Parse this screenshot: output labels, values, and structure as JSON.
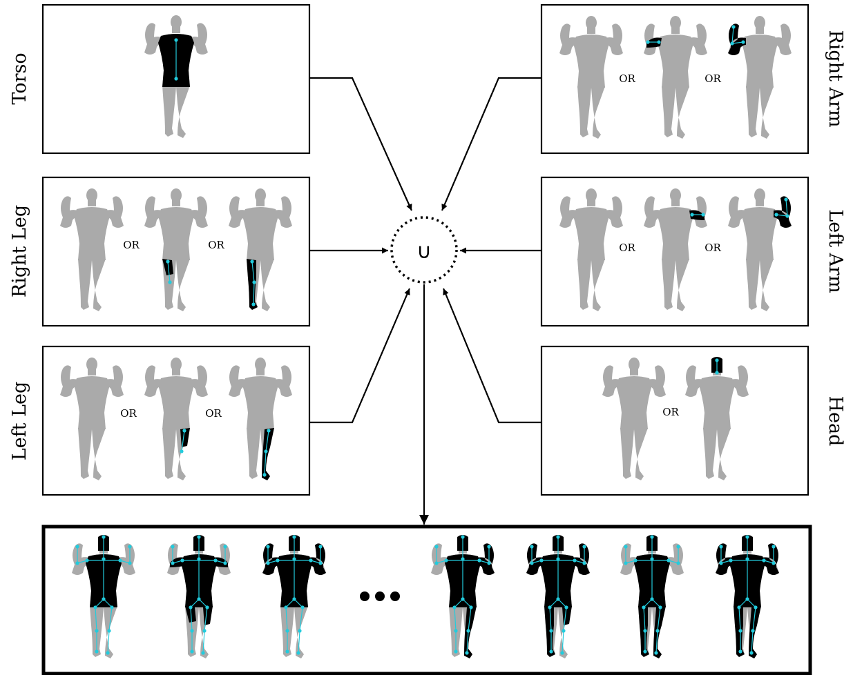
{
  "panels": {
    "torso": {
      "label": "Torso",
      "variants": 1
    },
    "right_leg": {
      "label": "Right Leg",
      "variants": 3
    },
    "left_leg": {
      "label": "Left Leg",
      "variants": 3
    },
    "right_arm": {
      "label": "Right Arm",
      "variants": 3
    },
    "left_arm": {
      "label": "Left Arm",
      "variants": 3
    },
    "head": {
      "label": "Head",
      "variants": 2
    }
  },
  "or_label": "OR",
  "union_symbol": "∪",
  "colors": {
    "silhouette": "#aaaaaa",
    "highlight": "#000000",
    "skeleton": "#22ccdd",
    "frame": "#000000"
  },
  "results": {
    "figures": 7,
    "ellipsis": "•••"
  }
}
